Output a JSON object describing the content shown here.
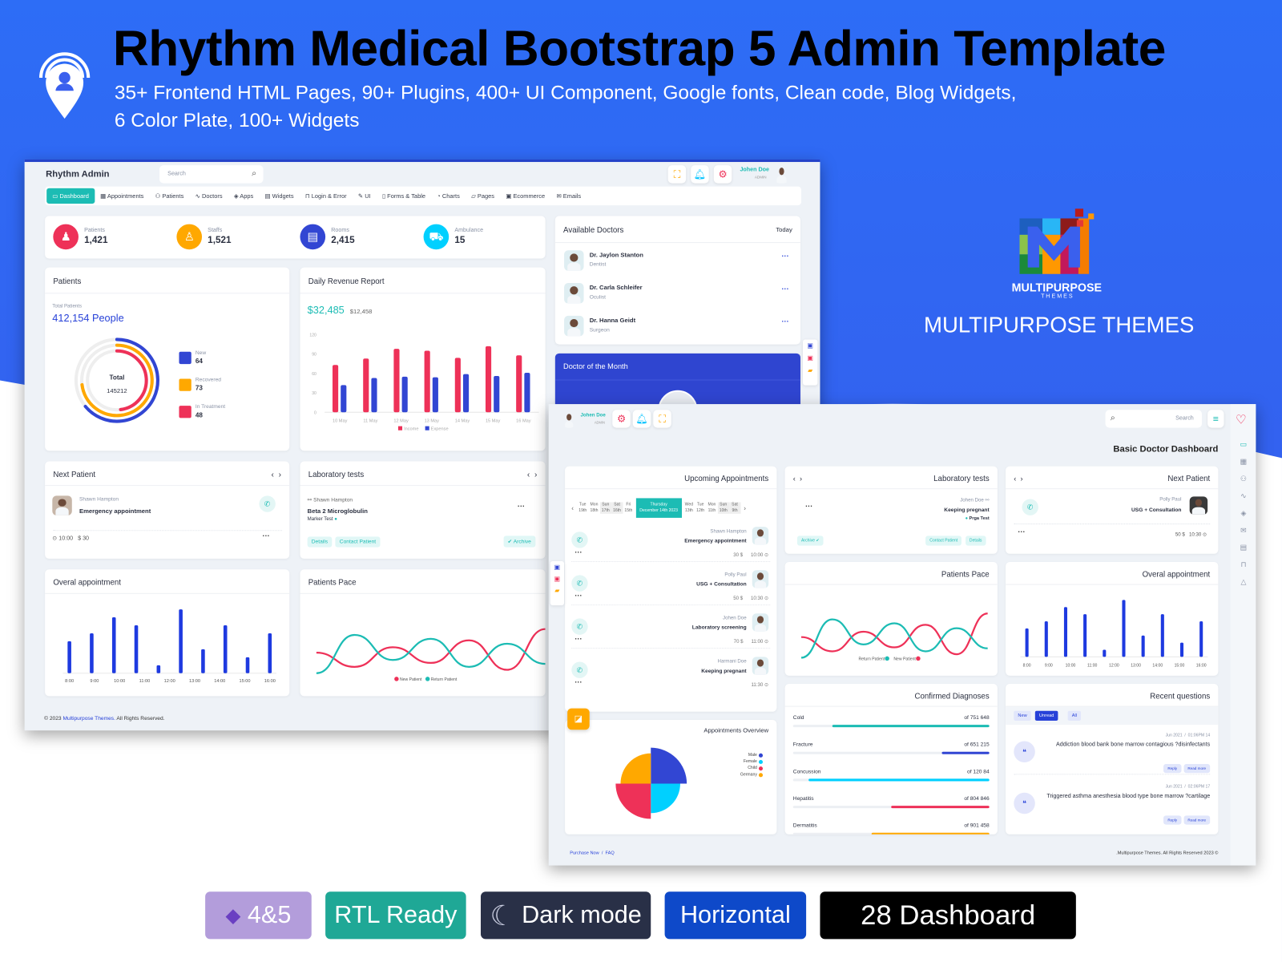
{
  "banner": {
    "title": "Rhythm Medical Bootstrap 5 Admin Template",
    "subtitle_line1": "35+ Frontend HTML Pages, 90+ Plugins, 400+ UI Component, Google fonts, Clean code, Blog Widgets,",
    "subtitle_line2": "6 Color Plate, 100+ Widgets",
    "brand_name": "MULTIPURPOSE THEMES",
    "logo_text": "MULTIPURPOSE",
    "logo_sub": "T H E M E S"
  },
  "badges": [
    {
      "label": "4&5",
      "color": "#b39ddb"
    },
    {
      "label": "RTL Ready",
      "color": "#1fa896"
    },
    {
      "label": "Dark mode",
      "color": "#293047"
    },
    {
      "label": "Horizontal",
      "color": "#0e49c9"
    },
    {
      "label": "28 Dashboard",
      "color": "#000000"
    }
  ],
  "left": {
    "brand": "Rhythm Admin",
    "search_placeholder": "Search",
    "user": {
      "name": "Johen Doe",
      "role": "ADMIN"
    },
    "nav": [
      {
        "label": "Dashboard",
        "icon": "monitor-icon",
        "glyph": "▭"
      },
      {
        "label": "Appointments",
        "icon": "calendar-icon",
        "glyph": "▦"
      },
      {
        "label": "Patients",
        "icon": "users-icon",
        "glyph": "⚇"
      },
      {
        "label": "Doctors",
        "icon": "activity-icon",
        "glyph": "∿"
      },
      {
        "label": "Apps",
        "icon": "box-icon",
        "glyph": "◈"
      },
      {
        "label": "Widgets",
        "icon": "layout-icon",
        "glyph": "▤"
      },
      {
        "label": "Login & Error",
        "icon": "lock-icon",
        "glyph": "⊓"
      },
      {
        "label": "UI",
        "icon": "edit-icon",
        "glyph": "✎"
      },
      {
        "label": "Forms & Table",
        "icon": "file-icon",
        "glyph": "▯"
      },
      {
        "label": "Charts",
        "icon": "pie-chart-icon",
        "glyph": "◔"
      },
      {
        "label": "Pages",
        "icon": "folder-icon",
        "glyph": "▱"
      },
      {
        "label": "Ecommerce",
        "icon": "bag-icon",
        "glyph": "▣"
      },
      {
        "label": "Emails",
        "icon": "mail-icon",
        "glyph": "✉"
      }
    ],
    "stats": [
      {
        "label": "Patients",
        "value": "1,421",
        "color": "#ee3158",
        "icon": "user-icon",
        "glyph": "♟"
      },
      {
        "label": "Staffs",
        "value": "1,521",
        "color": "#ffa800",
        "icon": "staff-icon",
        "glyph": "♙"
      },
      {
        "label": "Rooms",
        "value": "2,415",
        "color": "#3246d3",
        "icon": "clipboard-icon",
        "glyph": "▤"
      },
      {
        "label": "Ambulance",
        "value": "15",
        "color": "#00d0ff",
        "icon": "ambulance-icon",
        "glyph": "⛟"
      }
    ],
    "doctors": {
      "title": "Available Doctors",
      "filter": "Today",
      "items": [
        {
          "name": "Dr. Jaylon Stanton",
          "specialty": "Dentist"
        },
        {
          "name": "Dr. Carla Schleifer",
          "specialty": "Oculist"
        },
        {
          "name": "Dr. Hanna Geidt",
          "specialty": "Surgeon"
        }
      ]
    },
    "doctor_month": {
      "title": "Doctor of the Month"
    },
    "patients": {
      "title": "Patients",
      "total_label": "Total Patients",
      "total_value": "412,154 People",
      "donut_label": "Total",
      "donut_value": "145212",
      "legend": [
        {
          "label": "New",
          "value": 64,
          "color": "#3246d3"
        },
        {
          "label": "Recovered",
          "value": 73,
          "color": "#ffa800"
        },
        {
          "label": "In Treatment",
          "value": 48,
          "color": "#ee3158"
        }
      ]
    },
    "revenue": {
      "title": "Daily Revenue Report",
      "amount": "$32,485",
      "secondary": "$12,458",
      "chart_data": {
        "type": "bar",
        "categories": [
          "10 May",
          "11 May",
          "12 May",
          "13 May",
          "14 May",
          "15 May",
          "16 May"
        ],
        "series": [
          {
            "name": "Income",
            "color": "#ee3158",
            "values": [
              73,
              83,
              98,
              95,
              84,
              102,
              88
            ]
          },
          {
            "name": "Expense",
            "color": "#3246d3",
            "values": [
              42,
              53,
              55,
              54,
              59,
              56,
              61
            ]
          }
        ],
        "yticks": [
          "0",
          "30",
          "60",
          "90",
          "120"
        ],
        "ylim": [
          0,
          120
        ]
      }
    },
    "next_patient": {
      "title": "Next Patient",
      "name": "Shawn Hampton",
      "type": "Emergency appointment",
      "time": "10:00",
      "price": "$ 30"
    },
    "lab": {
      "title": "Laboratory tests",
      "patient": "Shawn Hampton",
      "test": "Beta 2 Microglobulin",
      "marker": "Marker Test",
      "details": "Details",
      "contact": "Contact Patient",
      "archive": "Archive"
    },
    "appointment": {
      "title": "Overal appointment",
      "chart_data": {
        "type": "bar",
        "labels": [
          "8:00",
          "9:00",
          "10:00",
          "11:00",
          "12:00",
          "13:00",
          "14:00",
          "15:00",
          "16:00"
        ],
        "values": [
          40,
          50,
          70,
          60,
          10,
          80,
          30,
          60,
          20,
          50
        ],
        "color": "#1e3ae0"
      }
    },
    "pace": {
      "title": "Patients Pace",
      "chart_data": {
        "type": "line",
        "series": [
          {
            "name": "New Patient",
            "color": "#ee3158",
            "values": [
              47,
              18,
              58,
              26,
              72,
              12,
              95
            ]
          },
          {
            "name": "Return Patient",
            "color": "#1cbcb4",
            "values": [
              5,
              83,
              32,
              75,
              18,
              65,
              24
            ]
          }
        ]
      }
    },
    "footer": {
      "prefix": "© 2023",
      "link": "Multipurpose Themes.",
      "suffix": "All Rights Reserved."
    }
  },
  "right": {
    "user": {
      "name": "Johen Doe",
      "role": "ADMIN"
    },
    "search_placeholder": "Search",
    "page_title": "Basic Doctor Dashboard",
    "upcoming": {
      "title": "Upcoming Appointments",
      "days": [
        {
          "d": "Tue",
          "n": "19th"
        },
        {
          "d": "Mon",
          "n": "18th"
        },
        {
          "d": "Sun",
          "n": "17th"
        },
        {
          "d": "Sat",
          "n": "16th"
        },
        {
          "d": "Fri",
          "n": "15th"
        }
      ],
      "selected_day": "Thursday",
      "selected_date": "December 14th 2023",
      "days_after": [
        {
          "d": "Wed",
          "n": "13th"
        },
        {
          "d": "Tue",
          "n": "12th"
        },
        {
          "d": "Mon",
          "n": "11th"
        },
        {
          "d": "Sun",
          "n": "10th"
        },
        {
          "d": "Sat",
          "n": "9th"
        }
      ],
      "items": [
        {
          "name": "Shawn Hampton",
          "type": "Emergency appointment",
          "price": "30 $",
          "time": "10:00"
        },
        {
          "name": "Polly Paul",
          "type": "USG + Consultation",
          "price": "50 $",
          "time": "10:30"
        },
        {
          "name": "Johen Doe",
          "type": "Laboratory screening",
          "price": "70 $",
          "time": "11:00"
        },
        {
          "name": "Harmani Doe",
          "type": "Keeping pregnant",
          "price": "",
          "time": "11:30"
        }
      ]
    },
    "lab": {
      "title": "Laboratory tests",
      "patient": "Johen Doe",
      "test": "Keeping pregnant",
      "marker": "Prga Test",
      "archive": "Archive",
      "contact": "Contact Patient",
      "details": "Details"
    },
    "next_patient": {
      "title": "Next Patient",
      "name": "Polly Paul",
      "type": "USG + Consultation",
      "price": "50 $",
      "time": "10:30"
    },
    "pace": {
      "title": "Patients Pace",
      "legend": [
        "Return Patient",
        "New Patient"
      ]
    },
    "appointment": {
      "title": "Overal appointment"
    },
    "overview": {
      "title": "Appointments Overview",
      "chart_data": {
        "type": "pie",
        "labels": [
          "Male",
          "Female",
          "Child",
          "Germany"
        ],
        "values": [
          44,
          36,
          43,
          37
        ],
        "colors": [
          "#3246d3",
          "#00d0ff",
          "#ee3158",
          "#ffa800"
        ]
      }
    },
    "diagnoses": {
      "title": "Confirmed Diagnoses",
      "items": [
        {
          "label": "Cold",
          "value": "of 751 648",
          "percent": 80,
          "color": "#1cbcb4"
        },
        {
          "label": "Fracture",
          "value": "of 651 215",
          "percent": 24,
          "color": "#3246d3"
        },
        {
          "label": "Concussion",
          "value": "of 120 84",
          "percent": 92,
          "color": "#00d0ff"
        },
        {
          "label": "Hepatitis",
          "value": "of 804 846",
          "percent": 50,
          "color": "#ee3158"
        },
        {
          "label": "Dermatitis",
          "value": "of 901 458",
          "percent": 60,
          "color": "#ffa800"
        }
      ]
    },
    "questions": {
      "title": "Recent questions",
      "tabs": [
        "New",
        "Unread",
        "All"
      ],
      "items": [
        {
          "date": "Jun 2021",
          "time": "01:06PM 14",
          "text": "Addiction blood bank bone marrow contagious ?disinfectants"
        },
        {
          "date": "Jun 2021",
          "time": "02:06PM 17",
          "text": "Triggered asthma anesthesia blood type bone marrow ?cartilage"
        }
      ],
      "reply": "Reply",
      "read_more": "Read more"
    },
    "footer": {
      "purchase": "Purchase Now",
      "faq": "FAQ",
      "copyright": ".Multipurpose Themes. All Rights Reserved 2023 ©"
    }
  }
}
